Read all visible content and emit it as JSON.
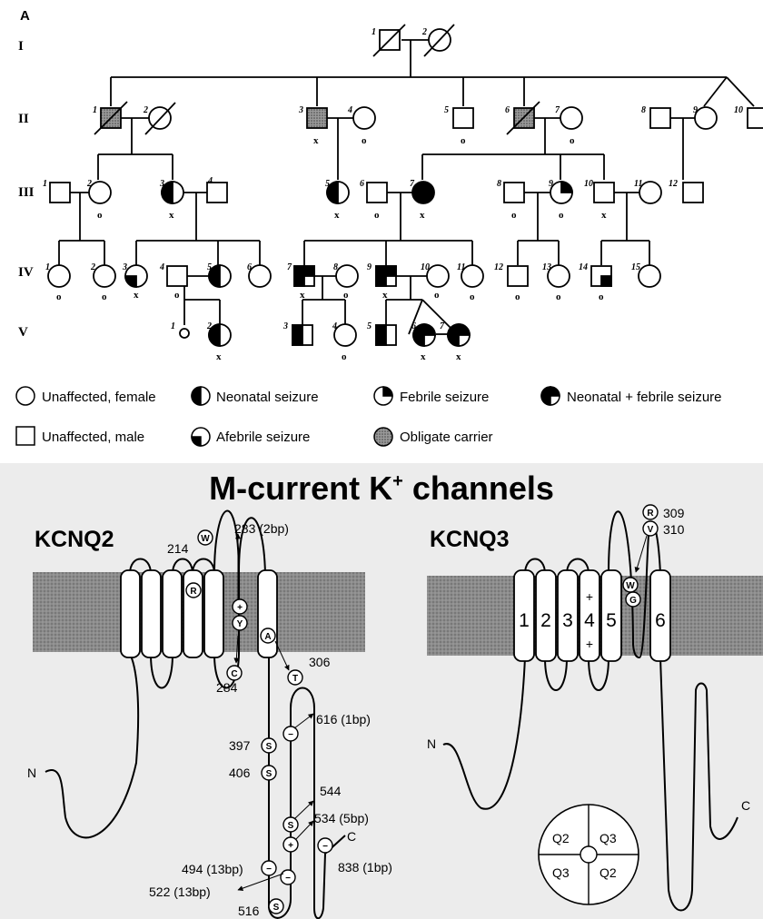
{
  "panel_label": "A",
  "generations": [
    "I",
    "II",
    "III",
    "IV",
    "V"
  ],
  "genotype": {
    "tested": "x",
    "untested": "o"
  },
  "legend": {
    "unaffected_female": "Unaffected, female",
    "unaffected_male": "Unaffected, male",
    "neonatal": "Neonatal seizure",
    "afebrile": "Afebrile seizure",
    "febrile": "Febrile seizure",
    "obligate": "Obligate carrier",
    "neonatal_febrile": "Neonatal + febrile seizure"
  },
  "panel_b": {
    "title": "M-current K",
    "title_sup": "+",
    "title_tail": " channels",
    "kcnq2": {
      "name": "KCNQ2",
      "n": "N",
      "c": "C",
      "mutations": {
        "m214": "214",
        "m283": "283 (2bp)",
        "m284": "284",
        "m306": "306",
        "m616": "616 (1bp)",
        "m397": "397",
        "m406": "406",
        "m544": "544",
        "m534": "534 (5bp)",
        "m838": "838 (1bp)",
        "m494": "494 (13bp)",
        "m522": "522 (13bp)",
        "m516": "516"
      }
    },
    "kcnq3": {
      "name": "KCNQ3",
      "n": "N",
      "c": "C",
      "segments": [
        "1",
        "2",
        "3",
        "4",
        "5",
        "6"
      ],
      "plus": "+",
      "mutations": {
        "m309": "309",
        "m310": "310"
      }
    },
    "residues": {
      "W": "W",
      "R": "R",
      "Y": "Y",
      "A": "A",
      "C": "C",
      "T": "T",
      "S": "S",
      "V": "V",
      "G": "G",
      "plus": "+",
      "minus": "−"
    },
    "tetramer": [
      "Q2",
      "Q3",
      "Q3",
      "Q2"
    ]
  }
}
